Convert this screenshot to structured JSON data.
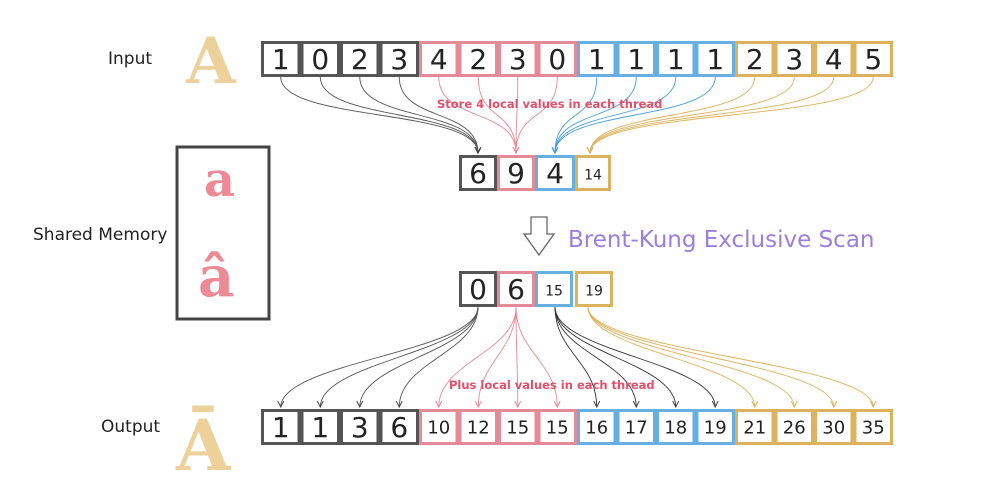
{
  "colors": {
    "dark": "#555555",
    "red": "#e58a98",
    "blue": "#67afe0",
    "gold": "#dbb35e",
    "note": "#e0506a",
    "title": "#9a7fdc",
    "hand_a": "#ecd29a",
    "hand_pink": "#ee8a95"
  },
  "labels": {
    "input": "Input",
    "shared": "Shared Memory",
    "output": "Output"
  },
  "hand": {
    "input_symbol": "A",
    "output_symbol": "Ā",
    "shared_top": "a",
    "shared_bottom": "â"
  },
  "notes": {
    "store": "Store 4 local values in each thread",
    "plus": "Plus local values in each thread"
  },
  "scan_title": "Brent-Kung Exclusive Scan",
  "arrow_icon": "down-arrow-icon",
  "input": [
    "1",
    "0",
    "2",
    "3",
    "4",
    "2",
    "3",
    "0",
    "1",
    "1",
    "1",
    "1",
    "2",
    "3",
    "4",
    "5"
  ],
  "local_sums": [
    "6",
    "9",
    "4",
    "14"
  ],
  "scanned": [
    "0",
    "6",
    "15",
    "19"
  ],
  "output": [
    "1",
    "1",
    "3",
    "6",
    "10",
    "12",
    "15",
    "15",
    "16",
    "17",
    "18",
    "19",
    "21",
    "26",
    "30",
    "35"
  ]
}
